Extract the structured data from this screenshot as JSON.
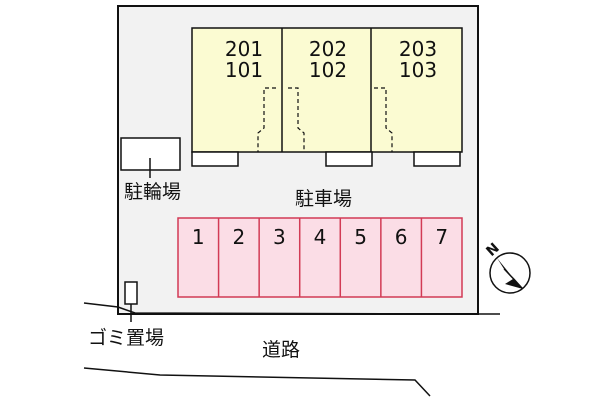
{
  "units": [
    {
      "upper": "201",
      "lower": "101"
    },
    {
      "upper": "202",
      "lower": "102"
    },
    {
      "upper": "203",
      "lower": "103"
    }
  ],
  "labels": {
    "bicycle_parking": "駐輪場",
    "parking_lot": "駐車場",
    "garbage_area": "ゴミ置場",
    "road": "道路",
    "north": "N"
  },
  "parking_spaces": [
    "1",
    "2",
    "3",
    "4",
    "5",
    "6",
    "7"
  ],
  "colors": {
    "site_fill": "#f2f2f2",
    "building_fill": "#fbfbd2",
    "parking_fill": "#fbdde6",
    "parking_stroke": "#d23a55",
    "line": "#111111"
  }
}
